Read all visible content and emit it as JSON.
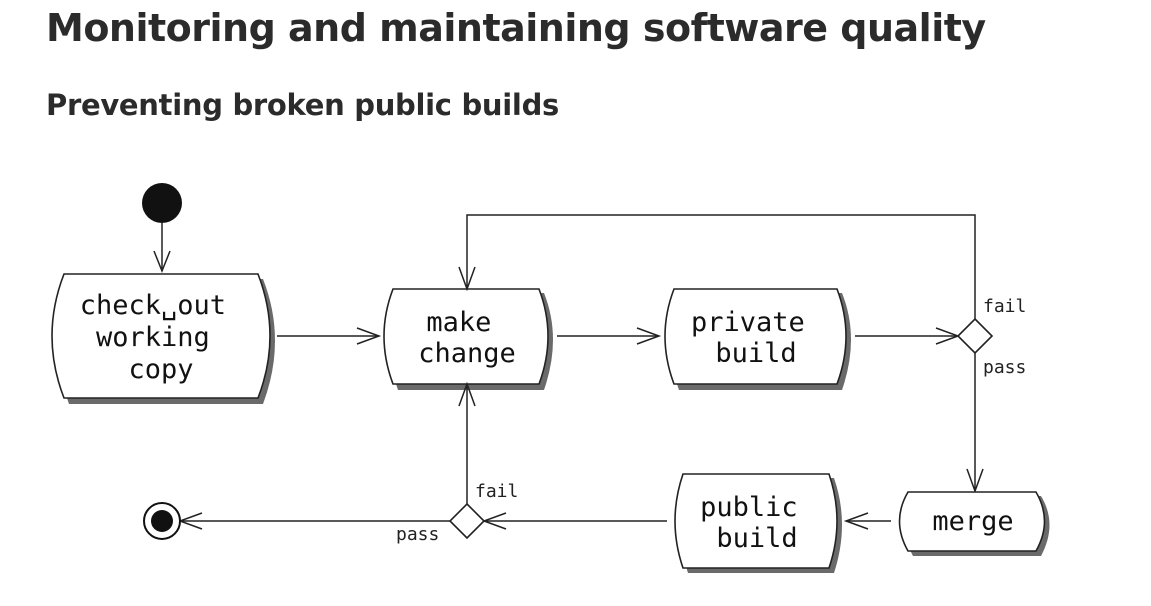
{
  "header": {
    "title": "Monitoring and maintaining software quality",
    "subtitle": "Preventing broken public builds"
  },
  "diagram": {
    "nodes": {
      "checkout": [
        "check␣out",
        "working",
        "copy"
      ],
      "make_change": [
        "make",
        "change"
      ],
      "private_build": [
        "private",
        "build"
      ],
      "public_build": [
        "public",
        "build"
      ],
      "merge": [
        "merge"
      ]
    },
    "guards": {
      "private_fail": "fail",
      "private_pass": "pass",
      "public_fail": "fail",
      "public_pass": "pass"
    }
  }
}
